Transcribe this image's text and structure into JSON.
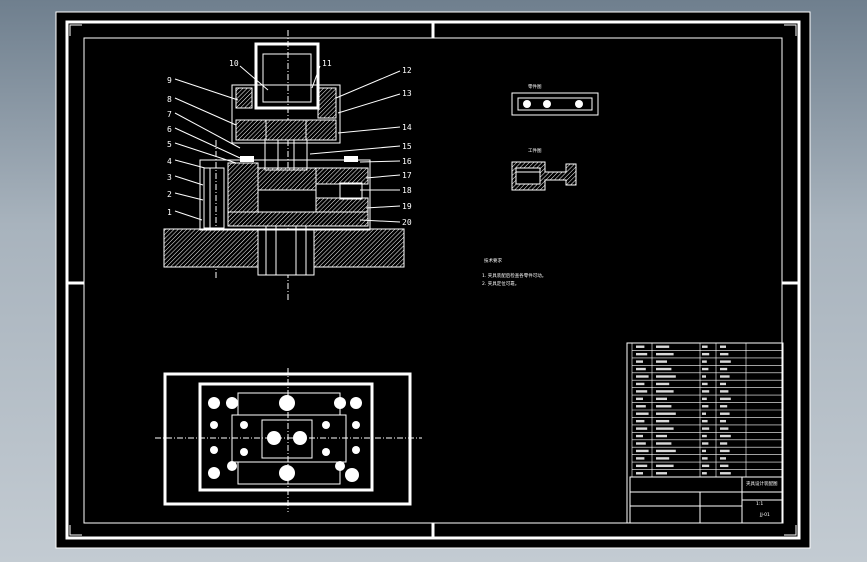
{
  "part_labels": [
    "1",
    "2",
    "3",
    "4",
    "5",
    "6",
    "7",
    "8",
    "9",
    "10",
    "11",
    "12",
    "13",
    "14",
    "15",
    "16",
    "17",
    "18",
    "19",
    "20"
  ],
  "detail_views": {
    "top_label": "零件图",
    "bottom_label": "工件图"
  },
  "notes": {
    "title": "技术要求",
    "lines": [
      "1. 夹具装配后检查各零件可动。",
      "2. 夹具定位可靠。"
    ]
  },
  "title_block": {
    "name": "夹具设计装配图",
    "scale": "1:1",
    "drawing_no": "JJ-01"
  },
  "colors": {
    "background": "#000000",
    "lines": "#ffffff",
    "frame": "#8c9aa6"
  }
}
